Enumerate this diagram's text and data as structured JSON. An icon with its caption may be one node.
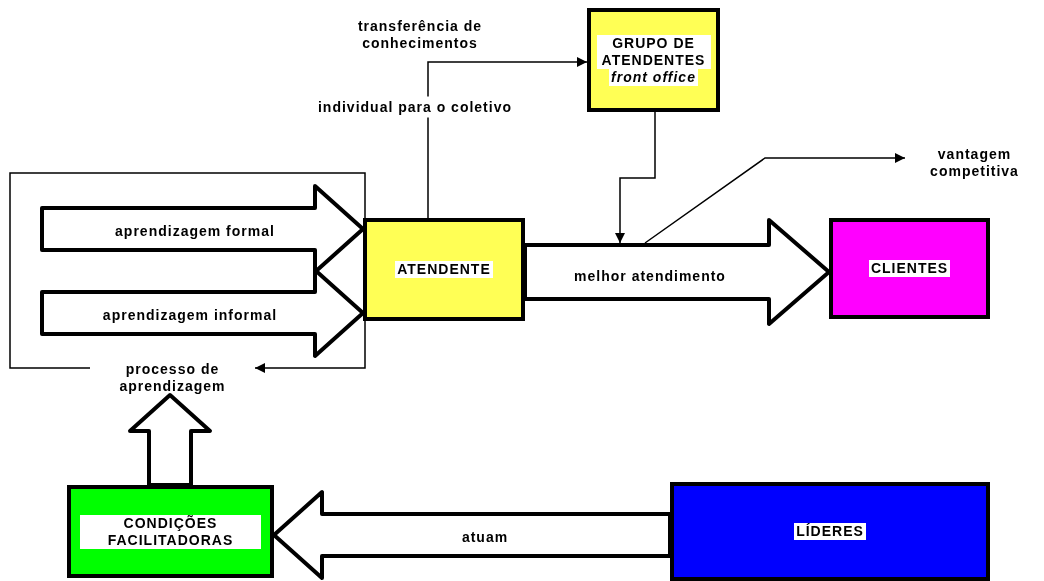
{
  "diagram": {
    "nodes": [
      {
        "text": [
          "processo de aprendizagem"
        ]
      },
      {
        "text": [
          "ATENDENTE"
        ]
      },
      {
        "text": [
          "GRUPO DE ATENDENTES",
          "front office"
        ]
      },
      {
        "text": [
          "CLIENTES"
        ]
      },
      {
        "text": [
          "vantagem competitiva"
        ]
      },
      {
        "text": [
          "CONDIÇÕES FACILITADORAS"
        ]
      },
      {
        "text": [
          "LÍDERES"
        ]
      }
    ],
    "edges": [
      {
        "from": null,
        "to": 1,
        "arrow": "to",
        "label": "aprendizagem formal",
        "style": "thick"
      },
      {
        "from": null,
        "to": 1,
        "arrow": "to",
        "label": "aprendizagem informal",
        "style": "thick"
      },
      {
        "from": 1,
        "to": 3,
        "arrow": "to",
        "label": "melhor atendimento",
        "style": "thick"
      },
      {
        "from": 6,
        "to": 5,
        "arrow": "to",
        "label": "atuam",
        "style": "thick"
      },
      {
        "from": 5,
        "to": 0,
        "arrow": "to",
        "style": "thick"
      },
      {
        "from": 1,
        "to": 2,
        "arrow": "to",
        "label": "individual para o coletivo"
      },
      {
        "from": 2,
        "to": null,
        "arrow": "to"
      },
      {
        "from": null,
        "to": 4,
        "arrow": "to"
      }
    ],
    "labels": [
      "transferência de conhecimentos"
    ]
  }
}
